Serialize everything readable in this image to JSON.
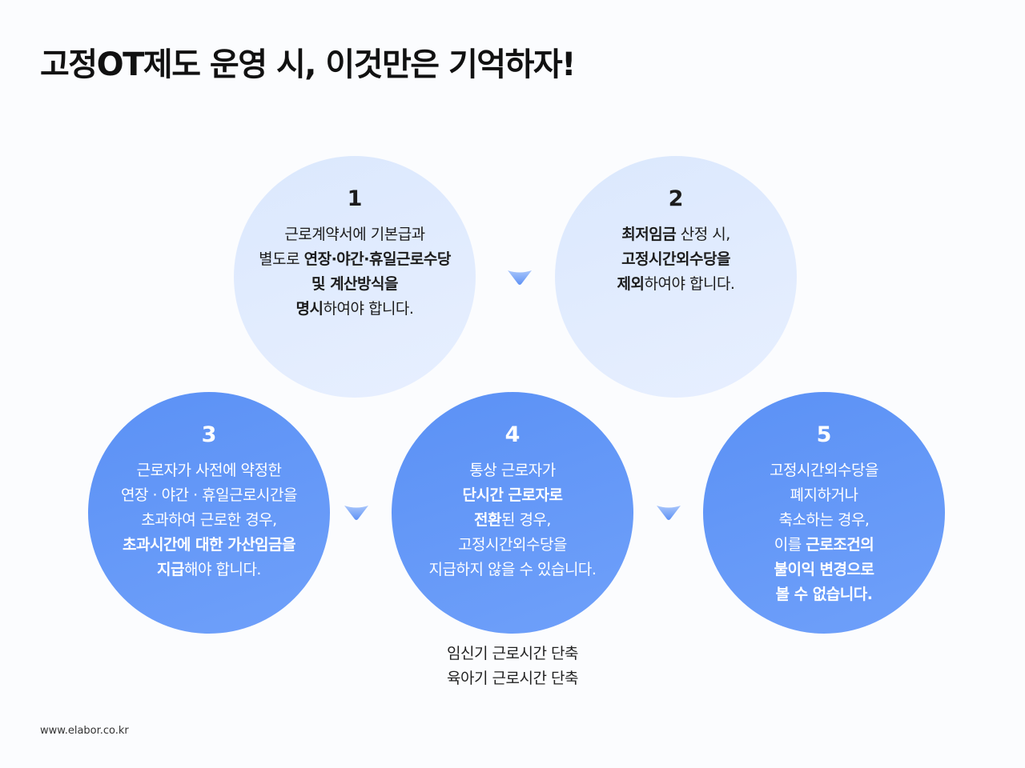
{
  "title": "고정OT제도 운영 시, 이것만은 기억하자!",
  "colors": {
    "light_circle": "#dbe8fd",
    "dark_circle": "#5b91f5",
    "arrow": "#6e9cf6"
  },
  "steps": [
    {
      "number": "1",
      "lines": [
        [
          {
            "t": "근로계약서에 기본급과",
            "b": false
          }
        ],
        [
          {
            "t": "별도로 ",
            "b": false
          },
          {
            "t": "연장·야간·휴일근로수당",
            "b": true
          }
        ],
        [
          {
            "t": "및 계산방식을",
            "b": true
          }
        ],
        [
          {
            "t": "명시",
            "b": true
          },
          {
            "t": "하여야 합니다.",
            "b": false
          }
        ]
      ]
    },
    {
      "number": "2",
      "lines": [
        [
          {
            "t": "최저임금",
            "b": true
          },
          {
            "t": " 산정 시,",
            "b": false
          }
        ],
        [
          {
            "t": "고정시간외수당을",
            "b": true
          }
        ],
        [
          {
            "t": "제외",
            "b": true
          },
          {
            "t": "하여야 합니다.",
            "b": false
          }
        ]
      ]
    },
    {
      "number": "3",
      "lines": [
        [
          {
            "t": "근로자가 사전에 약정한",
            "b": false
          }
        ],
        [
          {
            "t": "연장 · 야간 · 휴일근로시간을",
            "b": false
          }
        ],
        [
          {
            "t": "초과하여 근로한 경우,",
            "b": false
          }
        ],
        [
          {
            "t": "초과시간에 대한 가산임금을",
            "b": true
          }
        ],
        [
          {
            "t": "지급",
            "b": true
          },
          {
            "t": "해야 합니다.",
            "b": false
          }
        ]
      ]
    },
    {
      "number": "4",
      "lines": [
        [
          {
            "t": "통상 근로자가",
            "b": false
          }
        ],
        [
          {
            "t": "단시간 근로자로",
            "b": true
          }
        ],
        [
          {
            "t": "전환",
            "b": true
          },
          {
            "t": "된 경우,",
            "b": false
          }
        ],
        [
          {
            "t": "고정시간외수당을",
            "b": false
          }
        ],
        [
          {
            "t": "지급하지 않을 수 있습니다.",
            "b": false
          }
        ]
      ]
    },
    {
      "number": "5",
      "lines": [
        [
          {
            "t": "고정시간외수당을",
            "b": false
          }
        ],
        [
          {
            "t": "폐지하거나",
            "b": false
          }
        ],
        [
          {
            "t": "축소하는 경우,",
            "b": false
          }
        ],
        [
          {
            "t": "이를 ",
            "b": false
          },
          {
            "t": "근로조건의",
            "b": true
          }
        ],
        [
          {
            "t": "불이익 변경으로",
            "b": true
          }
        ],
        [
          {
            "t": "볼 수 없습니다.",
            "b": true
          }
        ]
      ]
    }
  ],
  "notes": [
    "임신기 근로시간 단축",
    "육아기 근로시간 단축"
  ],
  "footer": "www.elabor.co.kr"
}
